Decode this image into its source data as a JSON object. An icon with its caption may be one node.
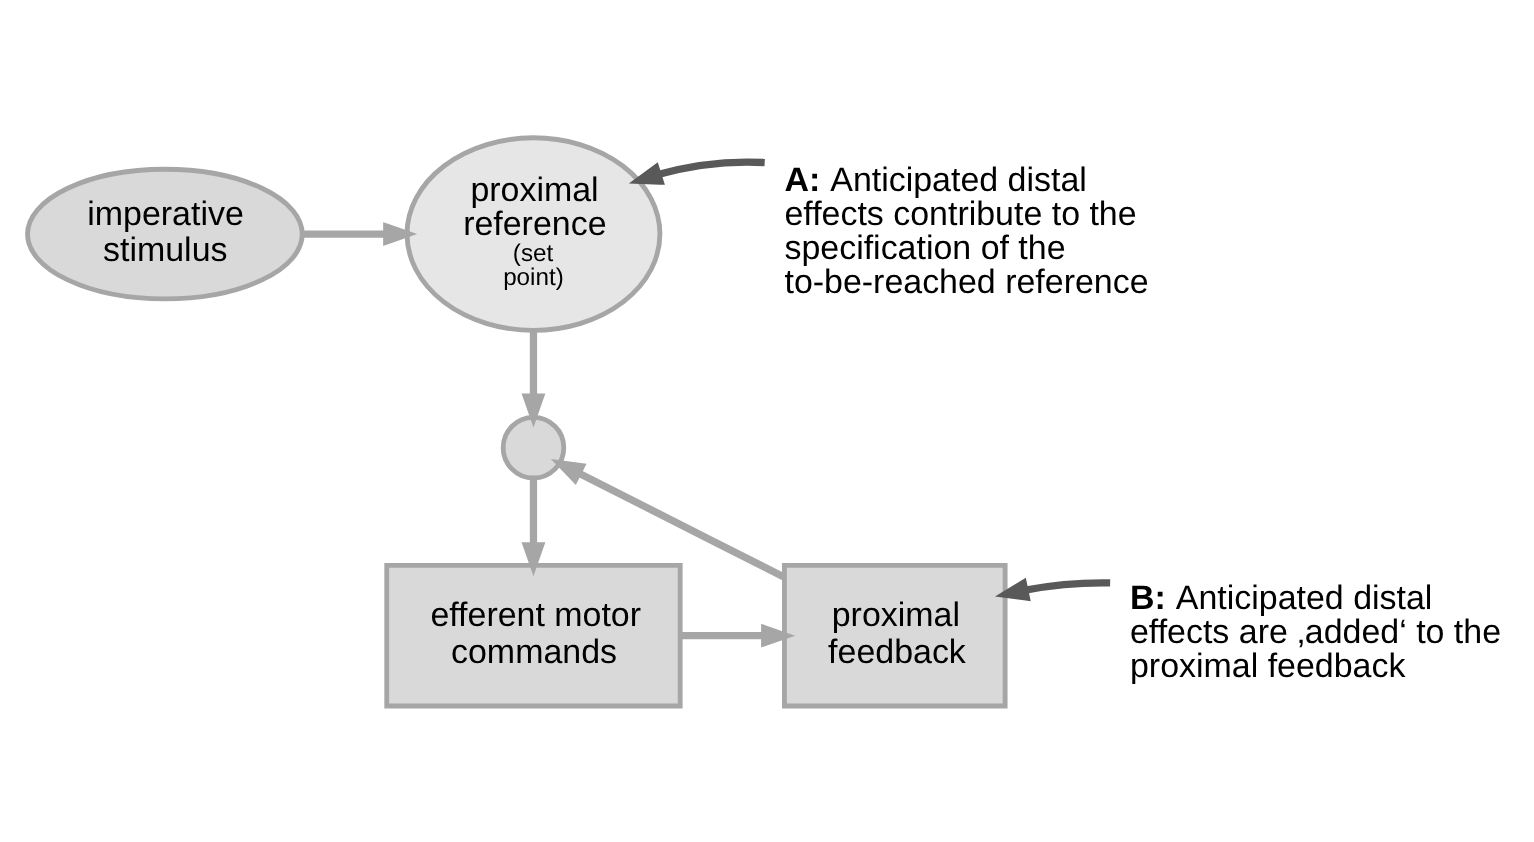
{
  "diagram": {
    "nodes": [
      {
        "text": [
          "imperative stimulus"
        ]
      },
      {
        "text": [
          "proximal reference",
          "(set point)"
        ]
      },
      {
        "text": [],
        "shape": "circle"
      },
      {
        "text": [
          "efferent motor commands"
        ]
      },
      {
        "text": [
          "proximal feedback"
        ]
      },
      {
        "text": [
          "**A:** Anticipated distal effects contribute to the specification of the to-be-reached reference"
        ]
      },
      {
        "text": [
          "**B:** Anticipated distal effects are ‚added‘ to the proximal feedback"
        ]
      }
    ],
    "edges": [
      {
        "from": 0,
        "to": 1,
        "arrow": "to"
      },
      {
        "from": 1,
        "to": 2,
        "arrow": "to"
      },
      {
        "from": 2,
        "to": 3,
        "arrow": "to"
      },
      {
        "from": 3,
        "to": 4,
        "arrow": "to"
      },
      {
        "from": 4,
        "to": 2,
        "arrow": "to"
      },
      {
        "from": 5,
        "to": 1,
        "arrow": "to",
        "color": "#595959"
      },
      {
        "from": 6,
        "to": 4,
        "arrow": "to",
        "color": "#595959"
      }
    ]
  }
}
